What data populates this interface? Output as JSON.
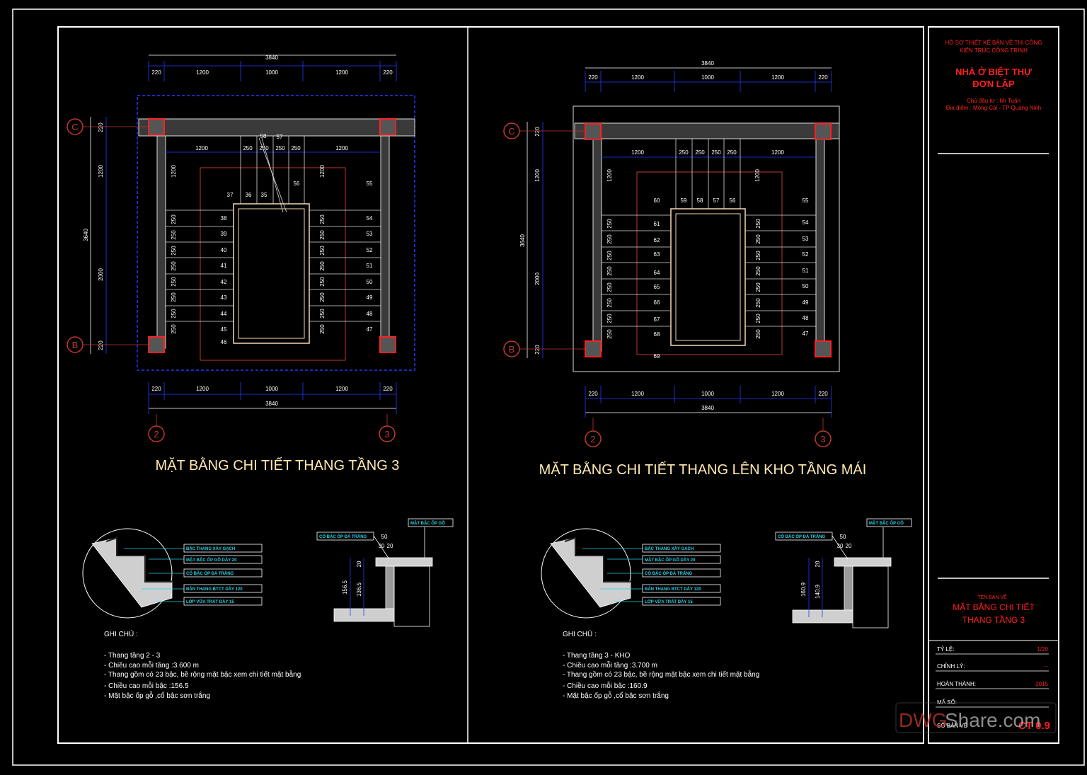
{
  "drawing_left": {
    "title": "MẶT BẰNG CHI TIẾT THANG TẦNG 3",
    "dims_top": [
      "220",
      "1200",
      "1000",
      "1200",
      "220"
    ],
    "dims_total": "3840",
    "dims_left": [
      "220",
      "1200",
      "2000",
      "220"
    ],
    "dims_left_total": "3640",
    "inner_top": [
      "1200",
      "250",
      "250",
      "250",
      "250",
      "1200"
    ],
    "inner_left_v": "1200",
    "inner_right_v": "1200",
    "step_widths": "250",
    "grid_rows": [
      "C",
      "B"
    ],
    "grid_cols": [
      "2",
      "3"
    ],
    "steps_left": [
      "38",
      "39",
      "40",
      "41",
      "42",
      "43",
      "44",
      "45",
      "46"
    ],
    "steps_right": [
      "54",
      "53",
      "52",
      "51",
      "50",
      "49",
      "48",
      "47"
    ],
    "steps_top": [
      "37",
      "36",
      "35"
    ],
    "steps_top_extra": [
      "58",
      "57",
      "56",
      "55"
    ]
  },
  "drawing_right": {
    "title": "MẶT BẰNG CHI TIẾT THANG LÊN KHO TẦNG MÁI",
    "dims_top": [
      "220",
      "1200",
      "1000",
      "1200",
      "220"
    ],
    "dims_total": "3840",
    "dims_left": [
      "220",
      "1200",
      "2000",
      "220"
    ],
    "dims_left_total": "3640",
    "inner_top": [
      "1200",
      "250",
      "250",
      "250",
      "250",
      "1200"
    ],
    "grid_rows": [
      "C",
      "B"
    ],
    "grid_cols": [
      "2",
      "3"
    ],
    "steps_left": [
      "61",
      "62",
      "63",
      "64",
      "65",
      "66",
      "67",
      "68"
    ],
    "steps_right": [
      "54",
      "53",
      "52",
      "51",
      "50",
      "49",
      "48",
      "47"
    ],
    "steps_top": [
      "60",
      "59",
      "58",
      "57",
      "56",
      "55"
    ],
    "step_bottom": "69"
  },
  "detail_labels": [
    "BẬC THANG XÂY GẠCH",
    "MẶT BẬC ỐP GỖ DÀY 20",
    "CỔ BẬC ỐP ĐÁ TRẮNG",
    "BẢN THANG BTCT DÀY 120",
    "LỚP VỮA TRÁT DÀY 15"
  ],
  "section_labels": {
    "riser": "CỔ BẬC ỐP ĐÁ TRẮNG",
    "tread": "MẶT BẬC ỐP GỖ",
    "dim_50": "50",
    "dim_30": "30",
    "dim_20": "20",
    "dim_20v": "20"
  },
  "section_left": {
    "h_total": "156.5",
    "h_inner": "136.5"
  },
  "section_right": {
    "h_total": "160.9",
    "h_inner": "140.9"
  },
  "notes_left": {
    "heading": "GHI CHÚ :",
    "lines": [
      "- Thang tầng 2 - 3",
      "- Chiều cao mỗi tầng  :3.600 m",
      "- Thang gồm có 23 bậc, bề rộng mặt bậc xem chi tiết mặt bằng",
      "- Chiều cao mỗi bậc :156.5",
      "- Mặt bậc ốp gỗ ,cổ bậc sơn trắng"
    ]
  },
  "notes_right": {
    "heading": "GHI CHÚ :",
    "lines": [
      "- Thang tầng 3 - KHO",
      "- Chiều cao mỗi tầng  :3.700 m",
      "- Thang gồm có 23 bậc, bề rộng mặt bậc xem chi tiết mặt bằng",
      "- Chiều cao mỗi bậc :160.9",
      "- Mặt bậc ốp gỗ ,cổ bậc sơn trắng"
    ]
  },
  "title_block": {
    "line1": "HỒ SƠ THIẾT KẾ BẢN VẼ THI CÔNG",
    "line2": "KIẾN TRÚC CÔNG TRÌNH",
    "project1": "NHÀ Ở BIỆT THỰ",
    "project2": "ĐƠN LẬP",
    "owner": "Chủ đầu tư : Mr Tuấn",
    "location": "Địa điểm :  Móng Cái - TP Quảng Ninh",
    "sheet_name_label": "TÊN BẢN VẼ",
    "sheet_name1": "MẶT BẰNG CHI TIẾT",
    "sheet_name2": "THANG TẦNG 3",
    "scale_label": "TỶ LỆ:",
    "scale_value": "1/20",
    "revision_label": "CHỈNH LÝ:",
    "revision_value": "--",
    "complete_label": "HOÀN THÀNH:",
    "complete_value": "2015",
    "code_label": "MÃ SỐ:",
    "sheet_no_label": "SỐ BẢN VẼ",
    "sheet_no_value": "CT 0.9"
  },
  "watermark": {
    "part1": "DWG",
    "part2": "Share.com"
  },
  "colors": {
    "red": "#ff2020",
    "blue": "#1e3cff",
    "cyan": "#24d3e8",
    "title": "#ffe9b0"
  }
}
